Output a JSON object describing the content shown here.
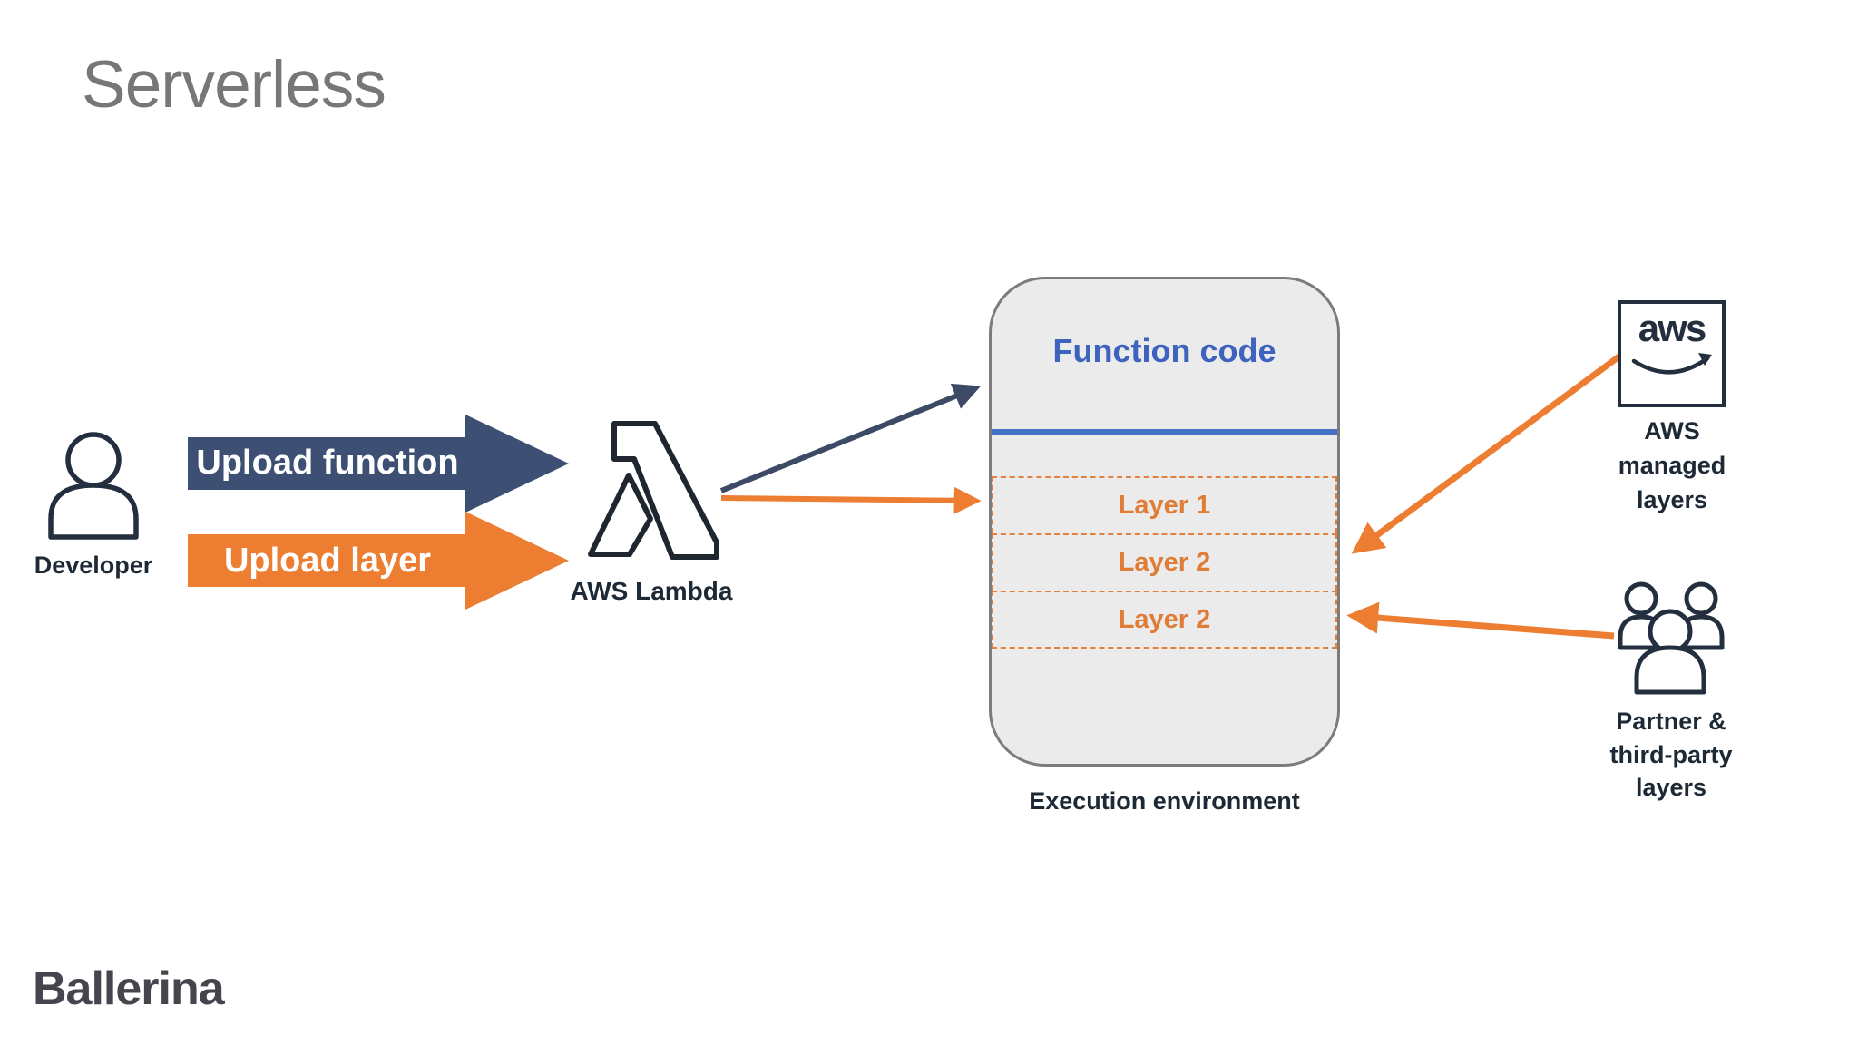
{
  "slide": {
    "title": "Serverless",
    "footer_logo": "Ballerina"
  },
  "diagram": {
    "developer": {
      "label": "Developer"
    },
    "banners": [
      {
        "label": "Upload function",
        "color": "#3d5074"
      },
      {
        "label": "Upload layer",
        "color": "#ed7d31"
      }
    ],
    "lambda": {
      "label": "AWS Lambda"
    },
    "execution_environment": {
      "function_code_label": "Function code",
      "layers": [
        "Layer 1",
        "Layer 2",
        "Layer 2"
      ],
      "caption": "Execution environment"
    },
    "aws_managed": {
      "logo_text": "aws",
      "label_lines": [
        "AWS",
        "managed",
        "layers"
      ]
    },
    "partner": {
      "label_lines": [
        "Partner &",
        "third-party",
        "layers"
      ]
    },
    "colors": {
      "navy_banner": "#3d5074",
      "navy_arrow": "#3c4a66",
      "orange": "#ed7d31",
      "function_code_blue": "#3d63be",
      "divider_blue": "#4472c4",
      "box_fill": "#ebebeb",
      "box_border": "#7c7c7c",
      "icon_ink": "#232f3e",
      "title_gray": "#777777",
      "logo_gray": "#45454d"
    }
  }
}
